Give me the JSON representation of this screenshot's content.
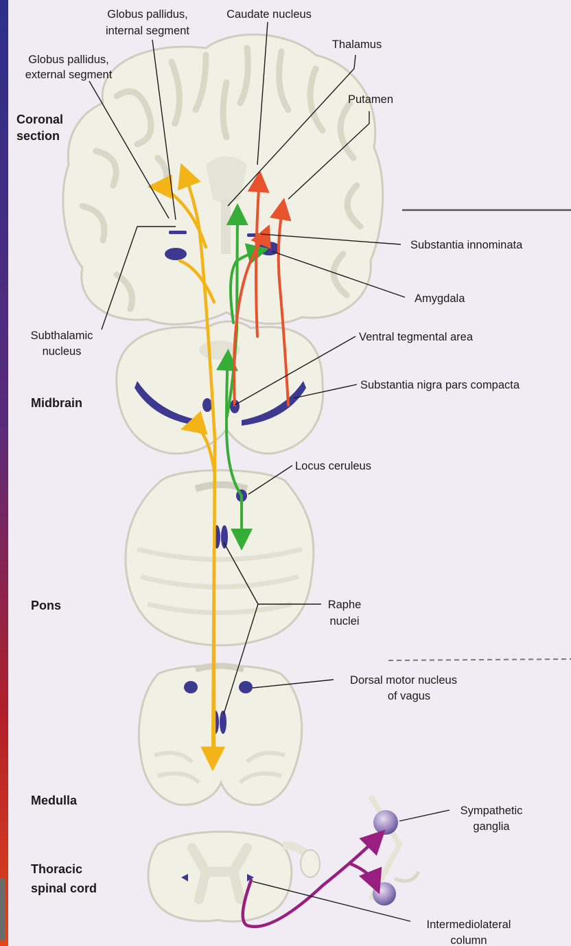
{
  "colors": {
    "background": "#f1ecf3",
    "tissue": "#f1f0e4",
    "tissue_edge": "#cfcdbd",
    "nucleus": "#3d3991",
    "serotonin_path": "#f2b416",
    "norepinephrine_path": "#35ad36",
    "dopamine_path": "#e8522c",
    "sympathetic_path": "#981f80"
  },
  "regions": {
    "coronal": [
      "Coronal",
      "section"
    ],
    "midbrain": "Midbrain",
    "pons": "Pons",
    "medulla": "Medulla",
    "thoracic": [
      "Thoracic",
      "spinal cord"
    ]
  },
  "labels": {
    "gp_internal": [
      "Globus pallidus,",
      "internal segment"
    ],
    "caudate": "Caudate nucleus",
    "gp_external": [
      "Globus pallidus,",
      "external segment"
    ],
    "thalamus": "Thalamus",
    "putamen": "Putamen",
    "substantia_innominata": "Substantia innominata",
    "amygdala": "Amygdala",
    "subthalamic": [
      "Subthalamic",
      "nucleus"
    ],
    "vta": "Ventral tegmental area",
    "snpc": "Substantia nigra pars compacta",
    "locus_ceruleus": "Locus ceruleus",
    "raphe": [
      "Raphe",
      "nuclei"
    ],
    "dorsal_motor_vagus": [
      "Dorsal motor nucleus",
      "of vagus"
    ],
    "sympathetic_ganglia": [
      "Sympathetic",
      "ganglia"
    ],
    "intermediolateral": [
      "Intermediolateral",
      "column"
    ]
  }
}
